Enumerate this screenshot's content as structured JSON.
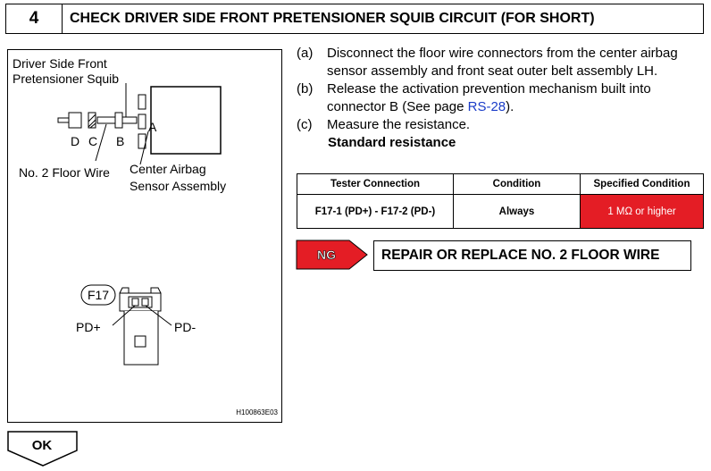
{
  "step": {
    "number": "4",
    "title": "CHECK DRIVER SIDE FRONT PRETENSIONER SQUIB CIRCUIT (FOR SHORT)"
  },
  "figure": {
    "label_squib_line1": "Driver Side Front",
    "label_squib_line2": "Pretensioner Squib",
    "connector_a": "A",
    "connector_b": "B",
    "connector_c": "C",
    "connector_d": "D",
    "label_floor_wire": "No. 2 Floor Wire",
    "label_sensor_line1": "Center Airbag",
    "label_sensor_line2": "Sensor Assembly",
    "connector_id": "F17",
    "pin_plus": "PD+",
    "pin_minus": "PD-",
    "figure_code": "H100863E03"
  },
  "instructions": [
    {
      "label": "(a)",
      "text": "Disconnect the floor wire connectors from the center airbag sensor assembly and front seat outer belt assembly LH."
    },
    {
      "label": "(b)",
      "text_before": "Release the activation prevention mechanism built into connector B (See page ",
      "link": "RS-28",
      "text_after": ")."
    },
    {
      "label": "(c)",
      "text": "Measure the resistance."
    }
  ],
  "standard_label": "Standard resistance",
  "table": {
    "headers": [
      "Tester Connection",
      "Condition",
      "Specified Condition"
    ],
    "row": {
      "tester": "F17-1 (PD+) - F17-2 (PD-)",
      "condition": "Always",
      "spec": "1 MΩ or higher"
    }
  },
  "ng": {
    "tag": "NG",
    "action": "REPAIR OR REPLACE NO. 2 FLOOR WIRE"
  },
  "ok": {
    "tag": "OK"
  },
  "colors": {
    "ng_fill": "#e41d25",
    "spec_fill": "#e41d25",
    "link": "#1a3cc8"
  }
}
